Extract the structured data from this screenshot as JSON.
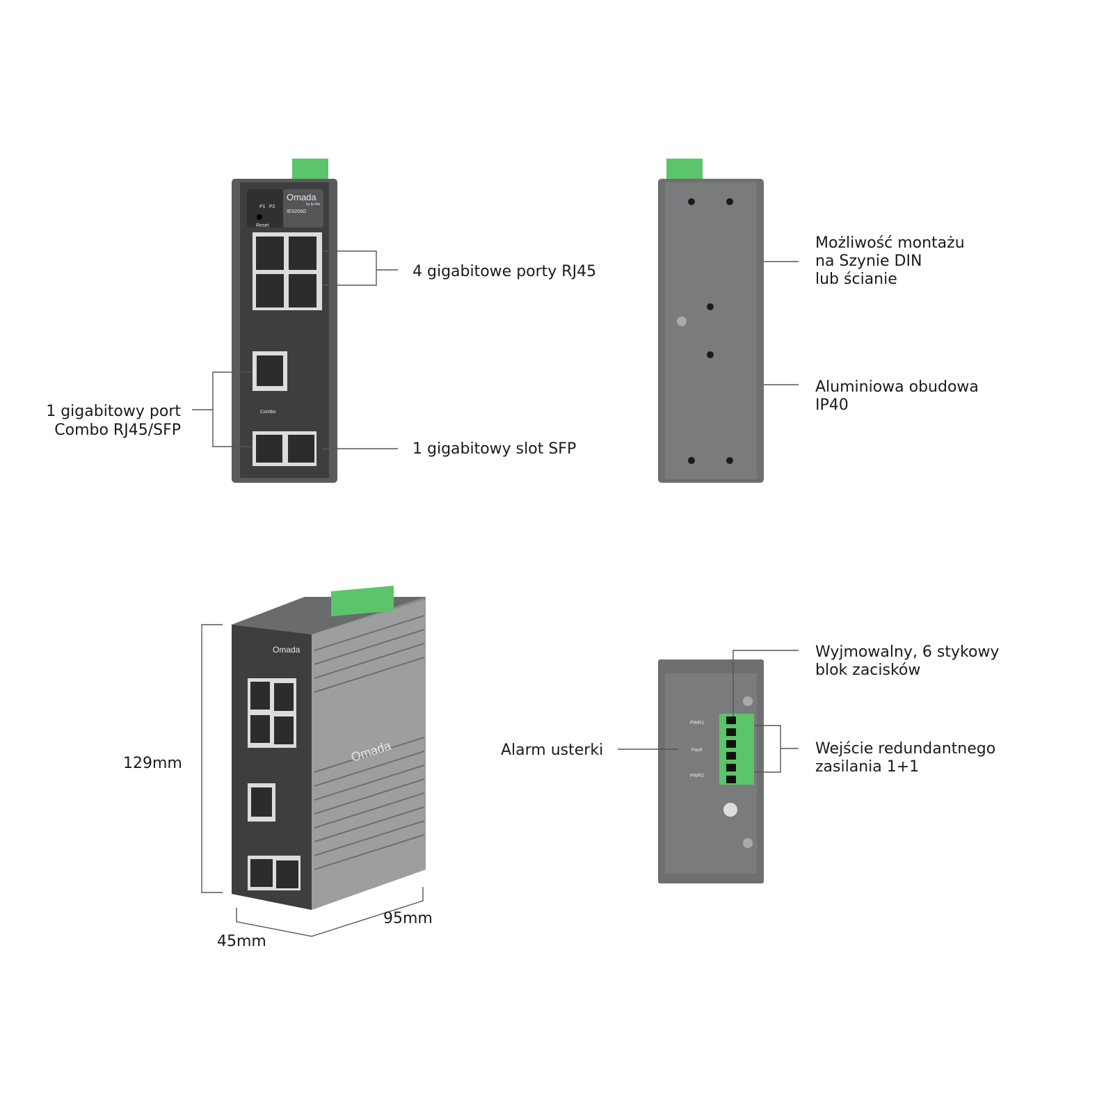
{
  "device": {
    "brand": "Omada",
    "sub_brand": "by tp-link",
    "model": "IES206G",
    "led_p1": "P1",
    "led_p2": "P2",
    "reset": "Reset",
    "combo": "Combo",
    "pwr1": "PWR1",
    "pwr2": "PWR2",
    "fault": "Fault"
  },
  "callouts": {
    "rj45_ports": "4 gigabitowe porty RJ45",
    "sfp_slot": "1 gigabitowy slot SFP",
    "combo_port": [
      "1 gigabitowy port",
      "Combo RJ45/SFP"
    ],
    "din_mount": [
      "Możliwość montażu",
      "na Szynie DIN",
      "lub ścianie"
    ],
    "housing": [
      "Aluminiowa obudowa",
      "IP40"
    ],
    "terminal_block": [
      "Wyjmowalny, 6 stykowy",
      "blok zacisków"
    ],
    "fault_alarm": "Alarm usterki",
    "redundant_power": [
      "Wejście redundantnego",
      "zasilania 1+1"
    ]
  },
  "dimensions": {
    "height": "129mm",
    "depth": "95mm",
    "width": "45mm"
  },
  "colors": {
    "terminal_green": "#5cc46a",
    "body_dark": "#4a4b4d",
    "body_side": "#7b7c7e"
  }
}
